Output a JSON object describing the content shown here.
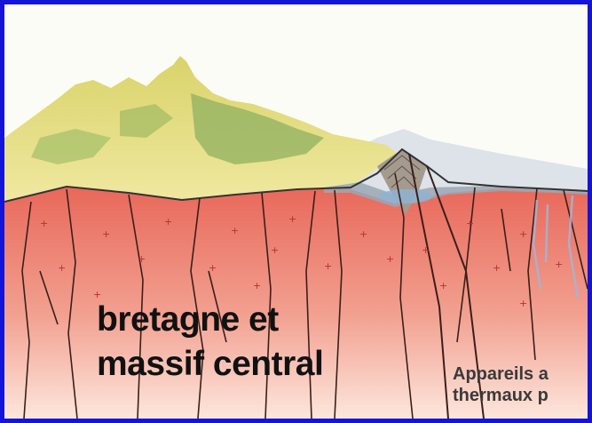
{
  "title": {
    "line1": "bretagne et",
    "line2": "massif central"
  },
  "caption": {
    "line1": "Appareils a",
    "line2": "thermaux p"
  },
  "colors": {
    "border": "#1414d8",
    "granite": "#ec8070",
    "mountains": "#d8d26a",
    "sediment": "#a59a8e"
  }
}
